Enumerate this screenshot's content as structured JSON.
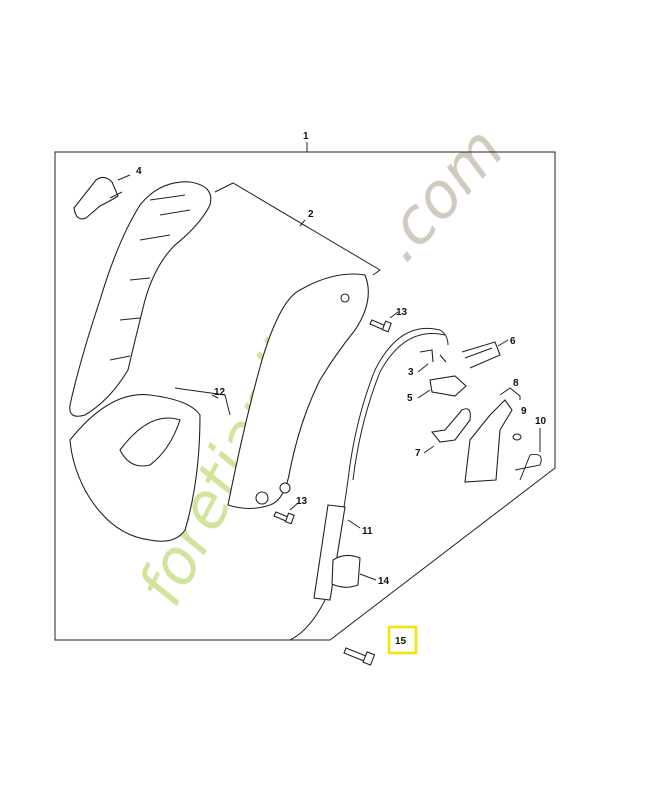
{
  "diagram": {
    "callouts": [
      {
        "id": "1",
        "label": "1"
      },
      {
        "id": "2",
        "label": "2"
      },
      {
        "id": "3",
        "label": "3"
      },
      {
        "id": "4",
        "label": "4"
      },
      {
        "id": "5",
        "label": "5"
      },
      {
        "id": "6",
        "label": "6"
      },
      {
        "id": "7",
        "label": "7"
      },
      {
        "id": "8",
        "label": "8"
      },
      {
        "id": "9",
        "label": "9"
      },
      {
        "id": "10",
        "label": "10"
      },
      {
        "id": "11",
        "label": "11"
      },
      {
        "id": "12",
        "label": "12"
      },
      {
        "id": "13a",
        "label": "13"
      },
      {
        "id": "13b",
        "label": "13"
      },
      {
        "id": "14",
        "label": "14"
      },
      {
        "id": "15",
        "label": "15"
      }
    ],
    "highlighted_callout": "15",
    "highlight_color": "#f2e600",
    "watermark": {
      "text": "foretjardin.com",
      "color_main": "#c8e08a",
      "color_accent": "#f5c98a",
      "color_domain": "#c9c2b4"
    }
  }
}
